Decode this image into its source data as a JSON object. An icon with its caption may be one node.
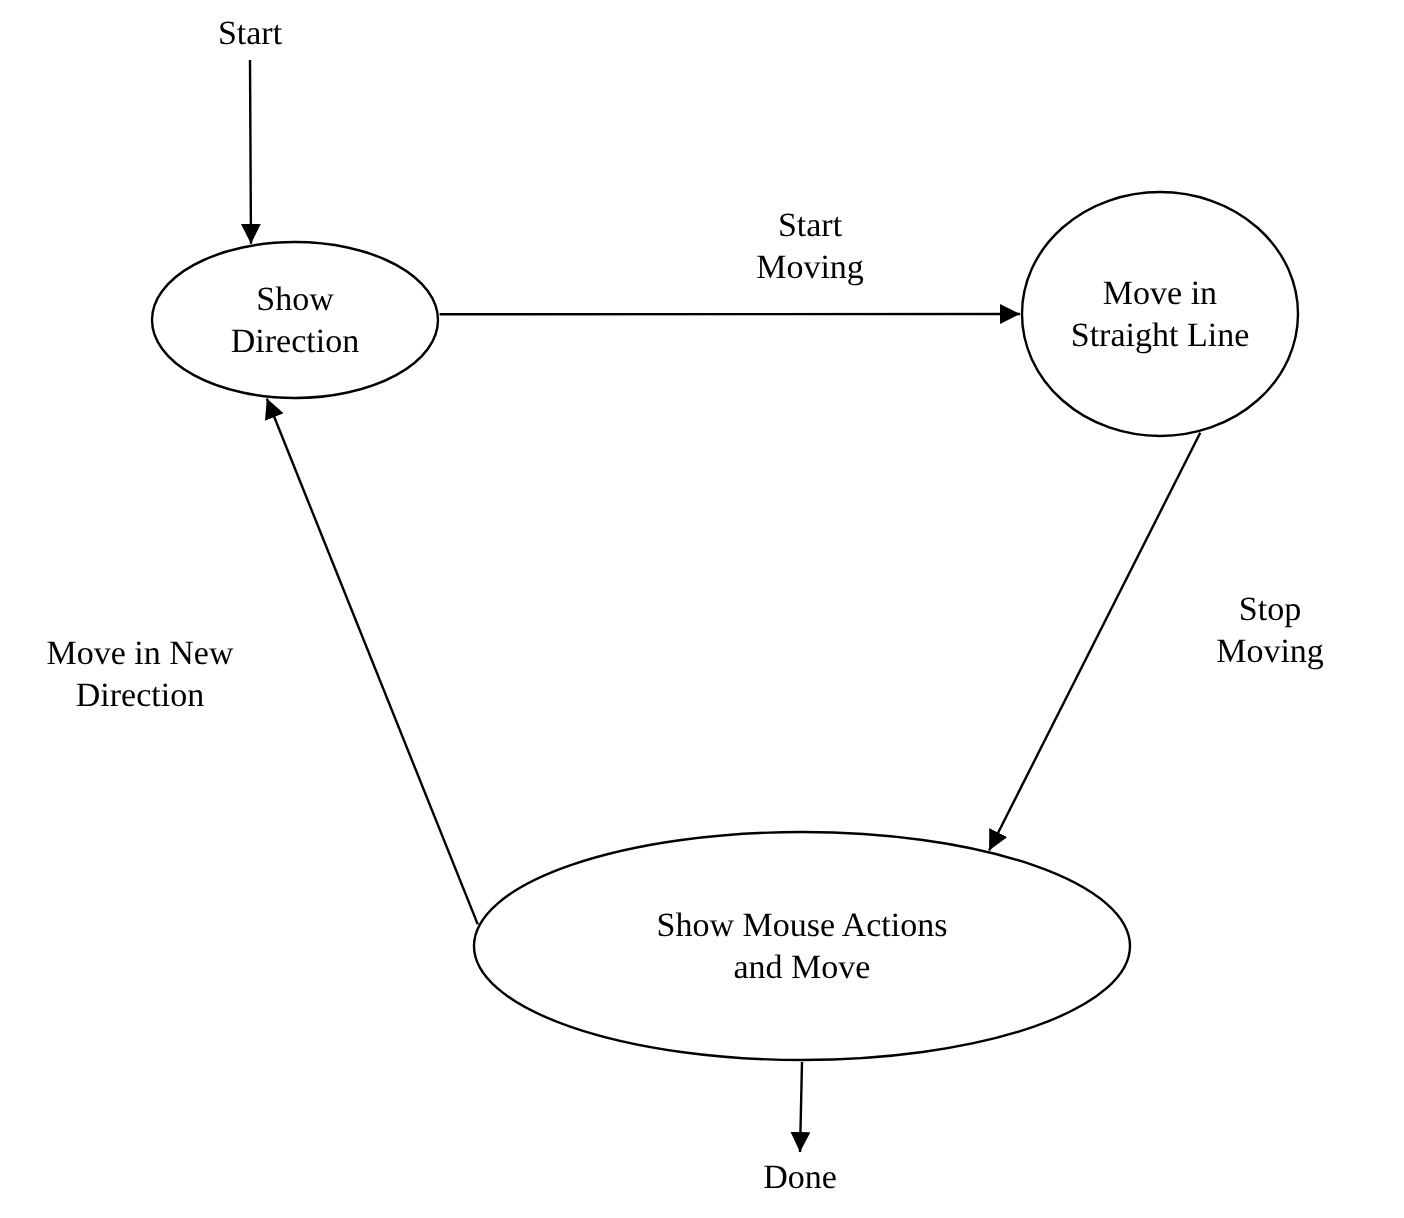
{
  "diagram": {
    "nodes": [
      {
        "text": [
          "Start"
        ]
      },
      {
        "text": [
          "Show Direction"
        ]
      },
      {
        "text": [
          "Move in Straight Line"
        ]
      },
      {
        "text": [
          "Show Mouse Actions and Move"
        ]
      },
      {
        "text": [
          "Done"
        ]
      }
    ],
    "edges": [
      {
        "from": 0,
        "to": 1,
        "arrow": "to"
      },
      {
        "from": 1,
        "to": 2,
        "arrow": "to",
        "label": "Start Moving"
      },
      {
        "from": 2,
        "to": 3,
        "arrow": "to",
        "label": "Stop Moving"
      },
      {
        "from": 3,
        "to": 1,
        "arrow": "to",
        "label": "Move in New Direction"
      },
      {
        "from": 3,
        "to": 4,
        "arrow": "to"
      }
    ]
  }
}
